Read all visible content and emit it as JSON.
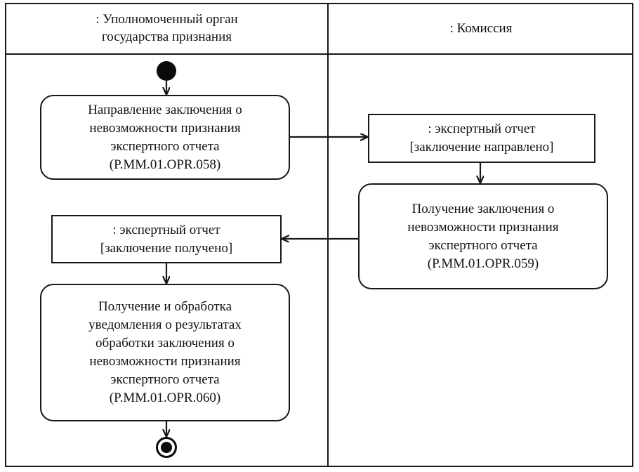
{
  "diagram": {
    "type": "uml-activity-diagram",
    "colors": {
      "line": "#18181a",
      "node_fill": "#ffffff",
      "text": "#121214",
      "background": "#ffffff"
    },
    "lanes": [
      {
        "id": "lane-left",
        "title": ": Уполномоченный орган\nгосударства признания"
      },
      {
        "id": "lane-right",
        "title": ": Комиссия"
      }
    ],
    "nodes": {
      "start": {
        "kind": "initial-node"
      },
      "activity_058": {
        "kind": "action",
        "text": "Направление заключения о\nневозможности признания\nэкспертного отчета\n(P.MM.01.OPR.058)"
      },
      "object_sent": {
        "kind": "object-node",
        "text": ": экспертный отчет\n[заключение направлено]"
      },
      "activity_059": {
        "kind": "action",
        "text": "Получение заключения о\nневозможности признания\nэкспертного отчета\n(P.MM.01.OPR.059)"
      },
      "object_received": {
        "kind": "object-node",
        "text": ": экспертный отчет\n[заключение получено]"
      },
      "activity_060": {
        "kind": "action",
        "text": "Получение и обработка\nуведомления о результатах\nобработки заключения о\nневозможности признания\nэкспертного отчета\n(P.MM.01.OPR.060)"
      },
      "end": {
        "kind": "final-node"
      }
    },
    "edges": [
      {
        "from": "start",
        "to": "activity_058",
        "direction": "down"
      },
      {
        "from": "activity_058",
        "to": "object_sent",
        "direction": "right"
      },
      {
        "from": "object_sent",
        "to": "activity_059",
        "direction": "down"
      },
      {
        "from": "activity_059",
        "to": "object_received",
        "direction": "left"
      },
      {
        "from": "object_received",
        "to": "activity_060",
        "direction": "down"
      },
      {
        "from": "activity_060",
        "to": "end",
        "direction": "down"
      }
    ]
  }
}
